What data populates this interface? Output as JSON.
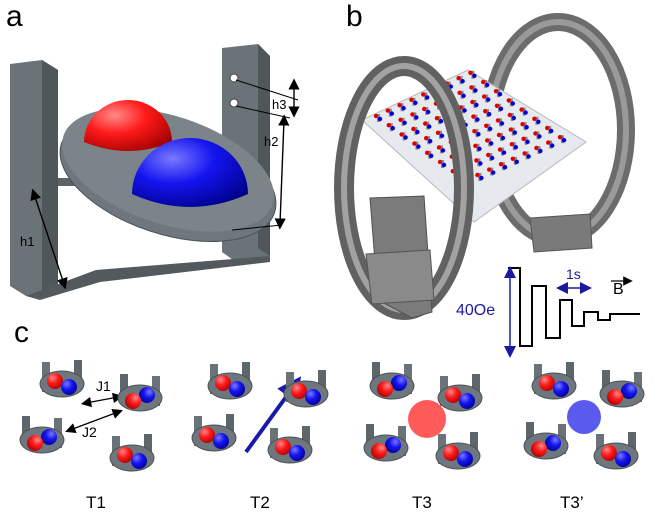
{
  "panels": {
    "a": {
      "letter": "a",
      "dims": {
        "h1": "h1",
        "h2": "h2",
        "h3": "h3"
      }
    },
    "b": {
      "letter": "b",
      "pulse_amplitude": "40Oe",
      "pulse_period": "1s",
      "field_label": "B"
    },
    "c": {
      "letter": "c",
      "couplings": {
        "j1": "J1",
        "j2": "J2"
      },
      "configs": [
        "T1",
        "T2",
        "T3",
        "T3’"
      ]
    }
  },
  "colors": {
    "magnet_red": "#ff1a1a",
    "magnet_blue": "#1a1aff",
    "frame_gray": "#6e777d",
    "annotation_blue": "#1a1a9e",
    "t3_center": "#ff5b5b",
    "t3p_center": "#5a5aee"
  }
}
